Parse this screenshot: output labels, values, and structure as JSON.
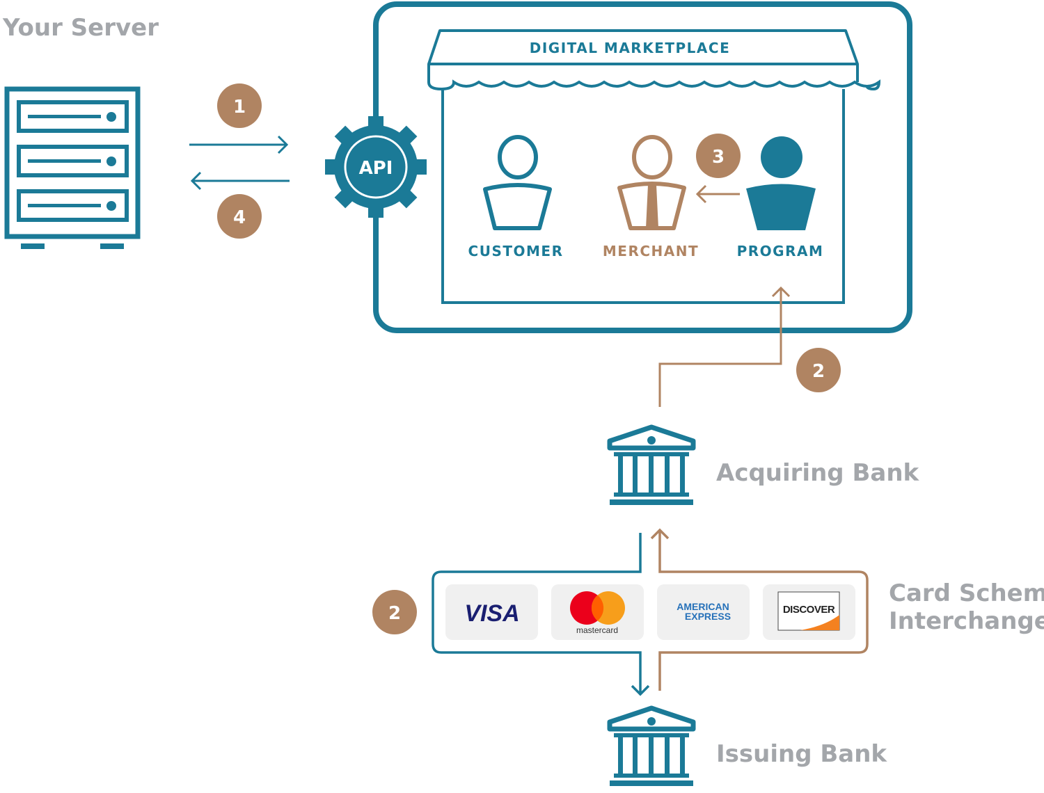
{
  "colors": {
    "teal": "#1b7a97",
    "brown": "#b08462",
    "gray": "#a3a6aa"
  },
  "server": {
    "label": "Your Server",
    "icon": "server-icon"
  },
  "api": {
    "label": "API",
    "icon": "gear-icon"
  },
  "marketplace": {
    "title": "DIGITAL MARKETPLACE",
    "actors": [
      {
        "label": "CUSTOMER",
        "icon": "person-outline-icon"
      },
      {
        "label": "MERCHANT",
        "icon": "person-tie-icon"
      },
      {
        "label": "PROGRAM",
        "icon": "person-filled-icon"
      }
    ]
  },
  "steps": {
    "s1": "1",
    "s2a": "2",
    "s2b": "2",
    "s3": "3",
    "s4": "4"
  },
  "acquiring_bank": {
    "label": "Acquiring Bank",
    "icon": "bank-icon"
  },
  "issuing_bank": {
    "label": "Issuing Bank",
    "icon": "bank-icon"
  },
  "card_scheme": {
    "label_line1": "Card Scheme",
    "label_line2": "Interchange",
    "cards": [
      {
        "name": "VISA"
      },
      {
        "name": "mastercard"
      },
      {
        "name_line1": "AMERICAN",
        "name_line2": "EXPRESS"
      },
      {
        "name": "DISCOVER"
      }
    ]
  }
}
